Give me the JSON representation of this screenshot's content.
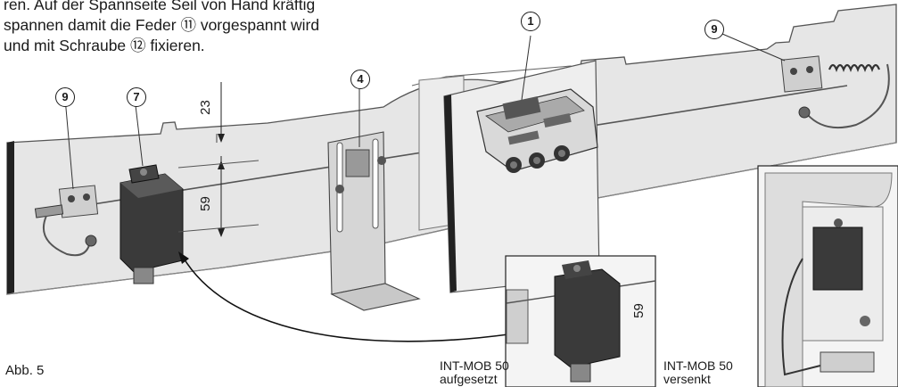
{
  "instruction": {
    "lines": [
      "ren. Auf der Spannseite Seil von Hand kräftig",
      "spannen damit die Feder ⑪ vorgespannt wird",
      "und mit Schraube ⑫ fixieren."
    ]
  },
  "callouts": {
    "c1": "1",
    "c4": "4",
    "c7": "7",
    "c9_left": "9",
    "c9_right": "9"
  },
  "dimensions": {
    "top": "23",
    "middle": "59",
    "detail": "59"
  },
  "captions": {
    "surface": {
      "line1": "INT-MOB 50",
      "line2": "aufgesetzt"
    },
    "recessed": {
      "line1": "INT-MOB 50",
      "line2": "versenkt"
    }
  },
  "figure_label": "Abb. 5"
}
